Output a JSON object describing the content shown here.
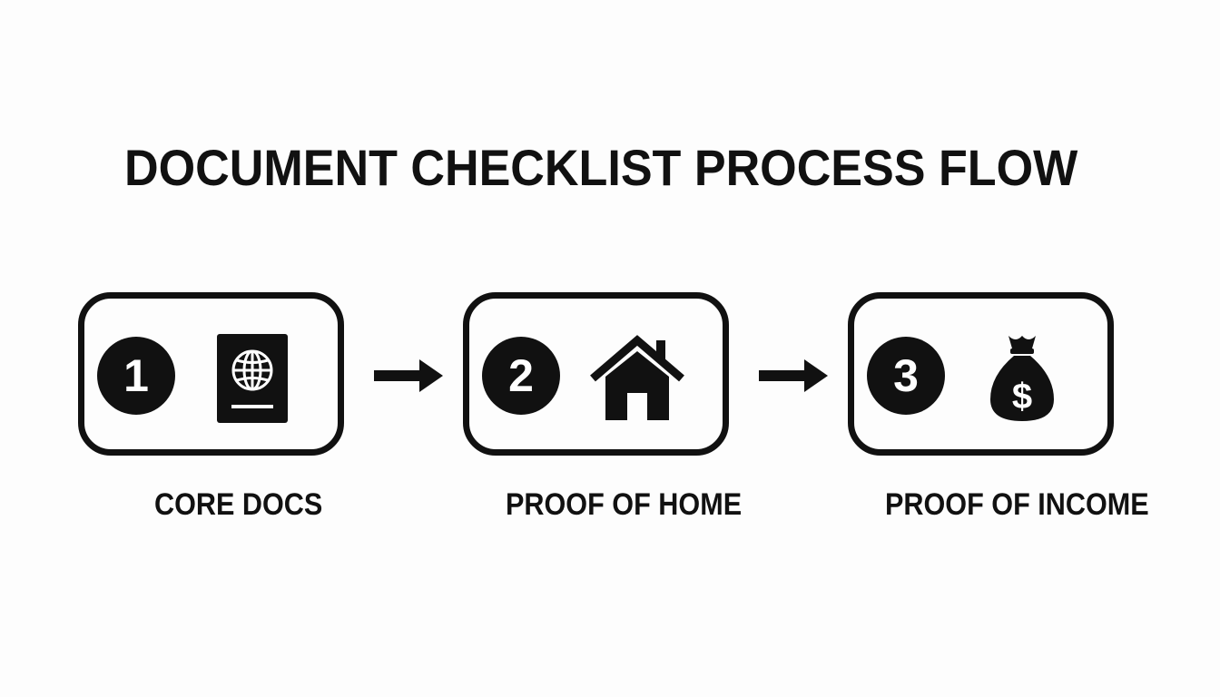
{
  "title": "DOCUMENT CHECKLIST PROCESS FLOW",
  "steps": [
    {
      "number": "1",
      "label": "CORE DOCS",
      "icon": "passport-icon"
    },
    {
      "number": "2",
      "label": "PROOF OF HOME",
      "icon": "house-icon"
    },
    {
      "number": "3",
      "label": "PROOF OF INCOME",
      "icon": "money-bag-icon"
    }
  ],
  "colors": {
    "ink": "#111111",
    "background": "#fdfdfd"
  }
}
